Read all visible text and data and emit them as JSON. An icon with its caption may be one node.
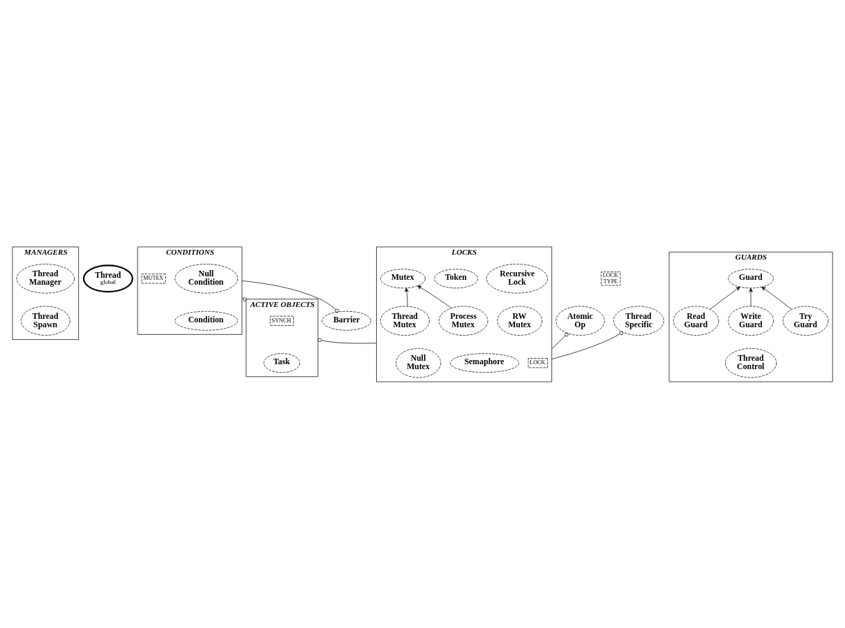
{
  "diagram": {
    "nodes": [
      {
        "text": [
          "MANAGERS"
        ]
      },
      {
        "text": [
          "Thread Manager"
        ],
        "in": 0
      },
      {
        "text": [
          "Thread Spawn"
        ],
        "in": 0
      },
      {
        "text": [
          "Thread",
          "global"
        ]
      },
      {
        "text": [
          "CONDITIONS"
        ]
      },
      {
        "text": [
          "Null Condition"
        ],
        "in": 4
      },
      {
        "text": [
          "MUTEX"
        ],
        "in": 4
      },
      {
        "text": [
          "Condition"
        ],
        "in": 4
      },
      {
        "text": [
          "ACTIVE OBJECTS"
        ]
      },
      {
        "text": [
          "SYNCH"
        ],
        "in": 8
      },
      {
        "text": [
          "Task"
        ],
        "in": 8
      },
      {
        "text": [
          "LOCK TYPE"
        ]
      },
      {
        "text": [
          "Atomic Op"
        ]
      },
      {
        "text": [
          "Thread Specific"
        ]
      },
      {
        "text": [
          "Barrier"
        ]
      },
      {
        "text": [
          "LOCKS"
        ]
      },
      {
        "text": [
          "LOCK"
        ],
        "in": 15
      },
      {
        "text": [
          "Recursive Lock"
        ],
        "in": 15
      },
      {
        "text": [
          "Token"
        ],
        "in": 15
      },
      {
        "text": [
          "Mutex"
        ],
        "in": 15
      },
      {
        "text": [
          "Thread Mutex"
        ],
        "in": 15
      },
      {
        "text": [
          "RW Mutex"
        ],
        "in": 15
      },
      {
        "text": [
          "Process Mutex"
        ],
        "in": 15
      },
      {
        "text": [
          "Null Mutex"
        ],
        "in": 15
      },
      {
        "text": [
          "Semaphore"
        ],
        "in": 15
      },
      {
        "text": [
          "GUARDS"
        ]
      },
      {
        "text": [
          "Guard"
        ],
        "in": 25
      },
      {
        "text": [
          "Read Guard"
        ],
        "in": 25
      },
      {
        "text": [
          "Write Guard"
        ],
        "in": 25
      },
      {
        "text": [
          "Try Guard"
        ],
        "in": 25
      },
      {
        "text": [
          "Thread Control"
        ],
        "in": 25
      }
    ],
    "edges": [
      {
        "from": 8,
        "to": 4,
        "arrow": "other"
      },
      {
        "from": 14,
        "to": 4,
        "arrow": "other"
      },
      {
        "from": 12,
        "to": 15,
        "arrow": "other"
      },
      {
        "from": 13,
        "to": 15,
        "arrow": "other"
      },
      {
        "from": 8,
        "to": 15,
        "arrow": "other"
      },
      {
        "from": 20,
        "to": 19,
        "arrow": "to"
      },
      {
        "from": 22,
        "to": 19,
        "arrow": "to"
      },
      {
        "from": 27,
        "to": 26,
        "arrow": "to"
      },
      {
        "from": 28,
        "to": 26,
        "arrow": "to"
      },
      {
        "from": 29,
        "to": 26,
        "arrow": "to"
      }
    ]
  }
}
